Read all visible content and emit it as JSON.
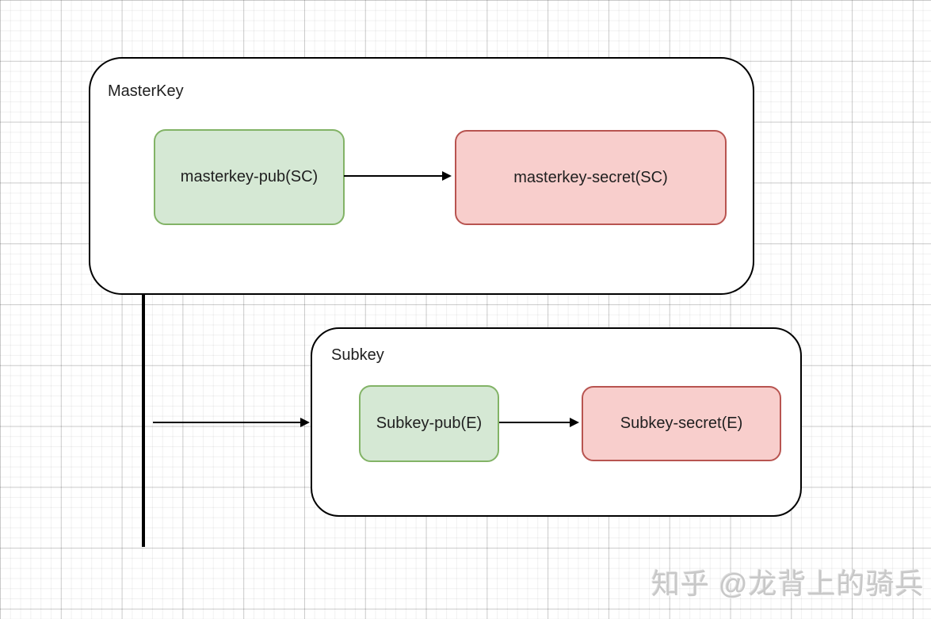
{
  "diagram": {
    "groups": [
      {
        "label": "MasterKey",
        "nodes": [
          {
            "label": "masterkey-pub(SC)",
            "role": "public-key",
            "fill": "#d5e8d4",
            "stroke": "#82b366"
          },
          {
            "label": "masterkey-secret(SC)",
            "role": "secret-key",
            "fill": "#f8cecc",
            "stroke": "#b85450"
          }
        ]
      },
      {
        "label": "Subkey",
        "nodes": [
          {
            "label": "Subkey-pub(E)",
            "role": "public-key",
            "fill": "#d5e8d4",
            "stroke": "#82b366"
          },
          {
            "label": "Subkey-secret(E)",
            "role": "secret-key",
            "fill": "#f8cecc",
            "stroke": "#b85450"
          }
        ]
      }
    ],
    "edges": [
      {
        "from": "masterkey-pub(SC)",
        "to": "masterkey-secret(SC)",
        "type": "arrow"
      },
      {
        "from": "MasterKey",
        "to": "Subkey",
        "type": "arrow"
      },
      {
        "from": "Subkey-pub(E)",
        "to": "Subkey-secret(E)",
        "type": "arrow"
      }
    ],
    "edge_color": "#000000",
    "grid": {
      "minor_color": "#f1f1f1",
      "major_color": "#d6d6d6"
    }
  },
  "watermark": {
    "text": "知乎 @龙背上的骑兵",
    "color": "#c8c8c8"
  }
}
